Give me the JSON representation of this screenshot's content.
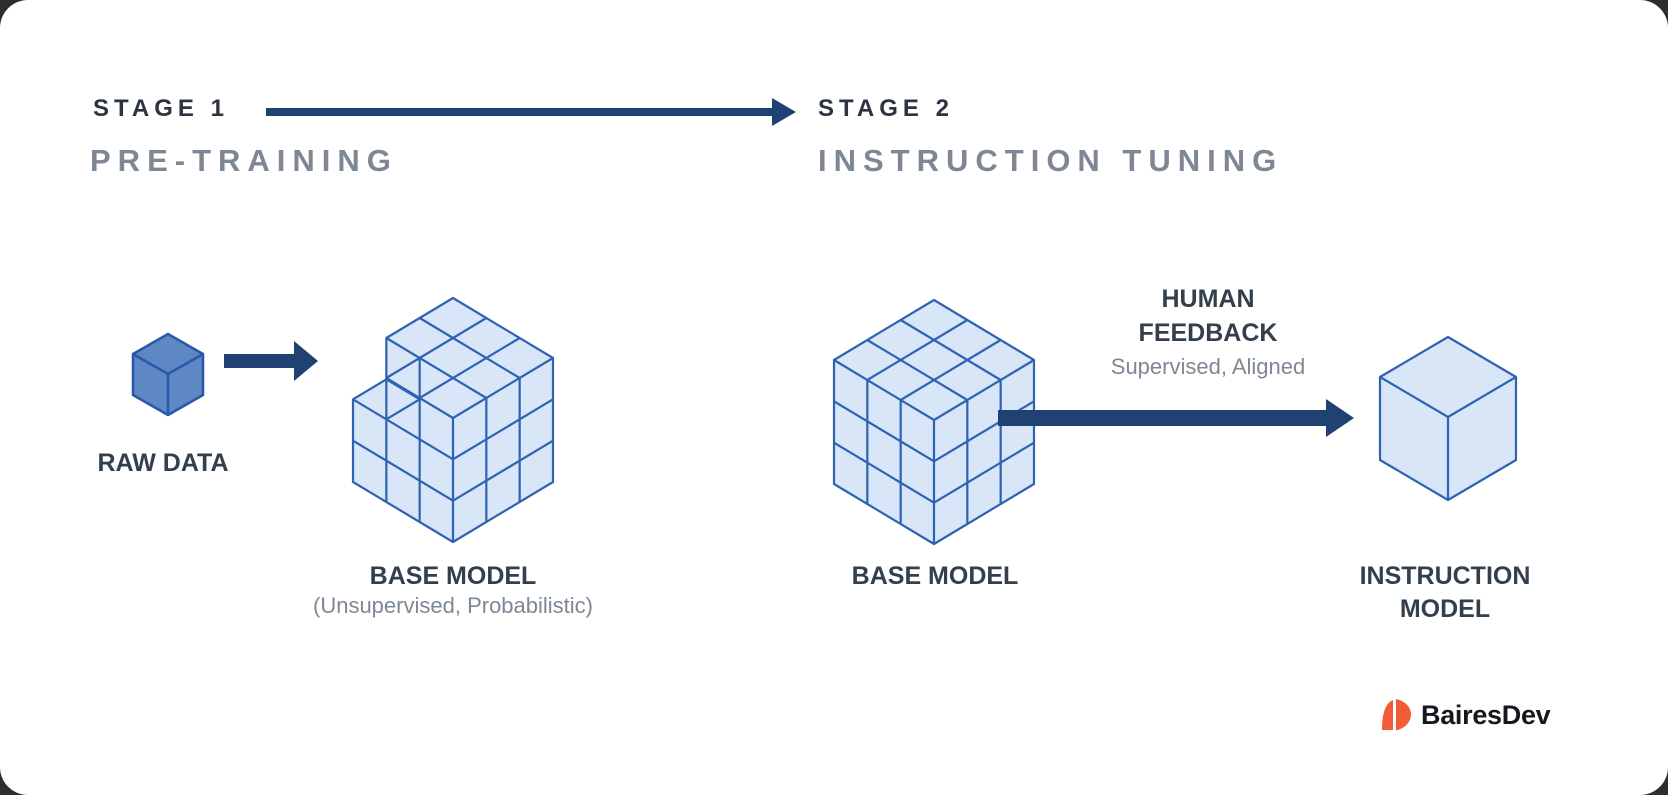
{
  "colors": {
    "navy": "#1f4273",
    "cube_fill": "#d9e6f8",
    "cube_stroke": "#2e62b2",
    "raw_cube_fill": "#5e88c4",
    "raw_cube_stroke": "#2a57a8",
    "stage_label_text": "#2b3440",
    "dark_text": "#343f4c",
    "gray_text": "#7d8894",
    "logo_orange": "#f25c36",
    "logo_text": "#15191e",
    "canvas_bg": "#ffffff"
  },
  "stage1": {
    "label": "STAGE 1",
    "title": "PRE-TRAINING",
    "raw_data_label": "RAW DATA",
    "base_model_label": "BASE MODEL",
    "base_model_subtitle": "(Unsupervised, Probabilistic)"
  },
  "stage2": {
    "label": "STAGE 2",
    "title": "INSTRUCTION TUNING",
    "base_model_label": "BASE MODEL",
    "human_feedback_title_line1": "HUMAN",
    "human_feedback_title_line2": "FEEDBACK",
    "human_feedback_subtitle": "Supervised, Aligned",
    "instruction_model_label_line1": "INSTRUCTION",
    "instruction_model_label_line2": "MODEL"
  },
  "footer": {
    "brand_name": "BairesDev"
  }
}
